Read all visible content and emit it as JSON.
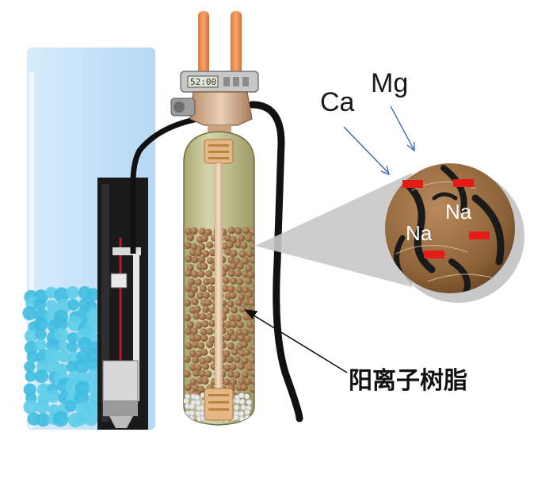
{
  "labels": {
    "ca": "Ca",
    "mg": "Mg",
    "na_top": "Na",
    "na_bottom": "Na",
    "resin": "阳离子树脂",
    "display": "52:00"
  },
  "colors": {
    "brine_water": "#bfe1f6",
    "salt": "#3fbde0",
    "tank_body": "#c9c79a",
    "resin_bead": "#a5754a",
    "inlet_pipe": "#f08a4b",
    "ion_marker": "#e41b17",
    "arrow_line": "#2d63b2"
  }
}
